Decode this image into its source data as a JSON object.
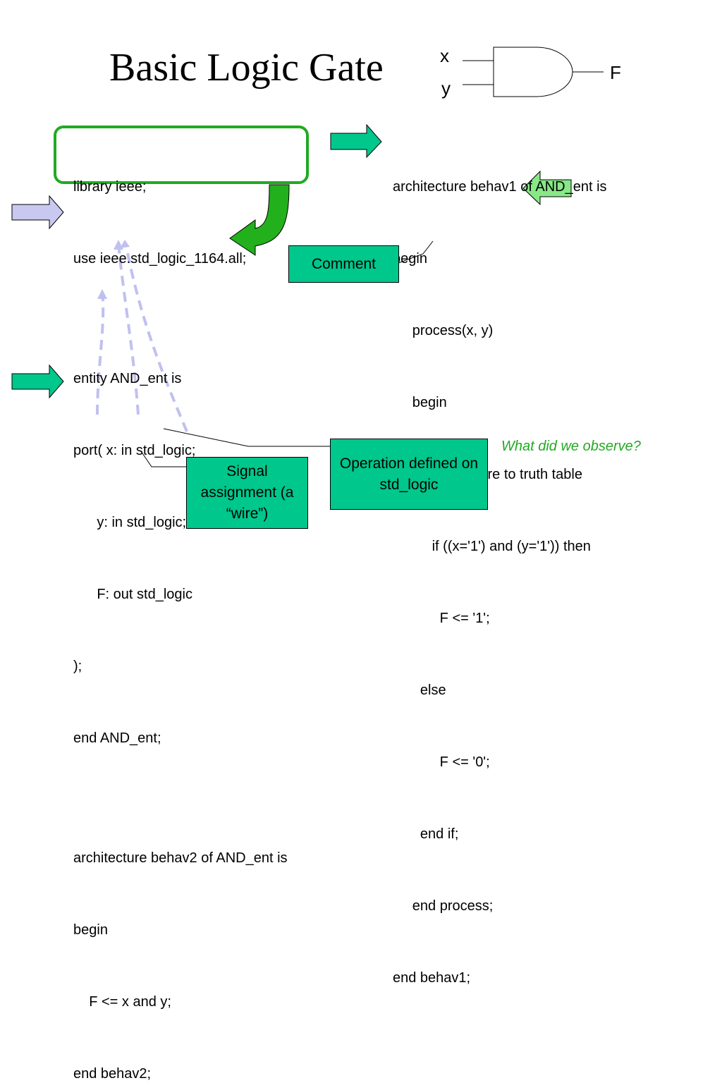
{
  "title": "Basic Logic Gate",
  "gate": {
    "input_x": "x",
    "input_y": "y",
    "output": "F"
  },
  "left_code": {
    "lines": [
      "library ieee;",
      "use ieee.std_logic_1164.all;",
      "",
      "entity AND_ent is",
      "port( x: in std_logic;",
      "      y: in std_logic;",
      "      F: out std_logic",
      ");",
      "end AND_ent;",
      "",
      "architecture behav2 of AND_ent is",
      "begin",
      "    F <= x and y;",
      "end behav2;"
    ]
  },
  "right_code": {
    "lines": [
      "architecture behav1 of AND_ent is",
      "begin",
      "     process(x, y)",
      "     begin",
      "          -- compare to truth table",
      "          if ((x='1') and (y='1')) then",
      "            F <= '1';",
      "       else",
      "            F <= '0';",
      "       end if;",
      "     end process;",
      "end behav1;"
    ]
  },
  "callouts": {
    "comment": "Comment",
    "operation": "Operation defined on std_logic",
    "signal": "Signal assignment (a “wire”)"
  },
  "note": "What did we observe?",
  "colors": {
    "callout_fill": "#00c78c",
    "library_box_border": "#22aa22",
    "curved_arrow_fill": "#22b01c",
    "entity_arrow_fill": "#c8c8f0",
    "process_arrow_fill": "#88e888",
    "dashed_arrow": "#c0c0f0",
    "note_color": "#22aa22"
  }
}
